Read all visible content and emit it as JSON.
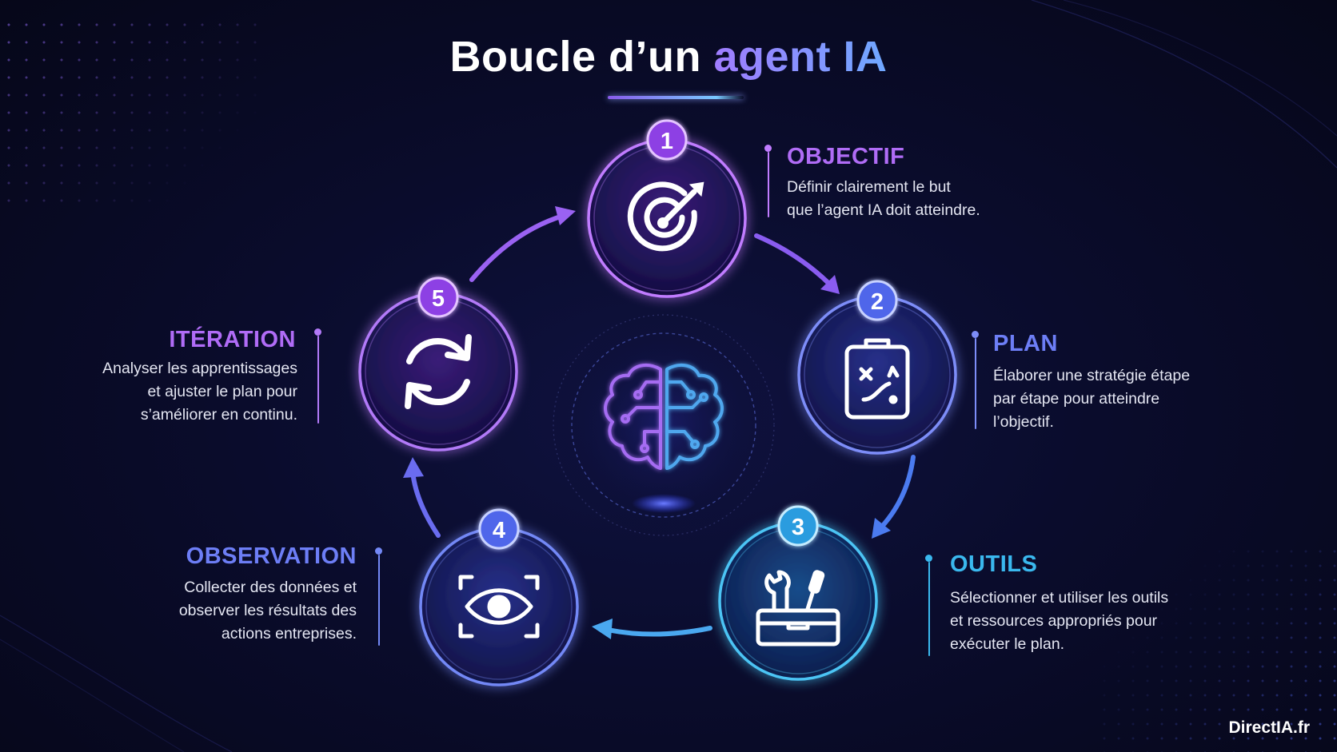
{
  "title": {
    "main": "Boucle d’un",
    "accent": "agent IA"
  },
  "center": {
    "icon": "brain-circuit-icon"
  },
  "steps": [
    {
      "number": "1",
      "title": "OBJECTIF",
      "desc_lines": [
        "Définir clairement le but",
        "que l’agent IA doit atteindre."
      ],
      "icon": "target-arrow-icon",
      "color": "#b06cf6"
    },
    {
      "number": "2",
      "title": "PLAN",
      "desc_lines": [
        "Élaborer une stratégie étape",
        "par étape pour atteindre",
        "l’objectif."
      ],
      "icon": "clipboard-strategy-icon",
      "color": "#6d7ef6"
    },
    {
      "number": "3",
      "title": "OUTILS",
      "desc_lines": [
        "Sélectionner et utiliser les outils",
        "et ressources appropriés pour",
        "exécuter le plan."
      ],
      "icon": "toolbox-icon",
      "color": "#3ab8ee"
    },
    {
      "number": "4",
      "title": "OBSERVATION",
      "desc_lines": [
        "Collecter des données et",
        "observer les résultats des",
        "actions entreprises."
      ],
      "icon": "eye-scan-icon",
      "color": "#6d7ef6"
    },
    {
      "number": "5",
      "title": "ITÉRATION",
      "desc_lines": [
        "Analyser les apprentissages",
        "et ajuster le plan pour",
        "s’améliorer en continu."
      ],
      "icon": "refresh-cycle-icon",
      "color": "#b06cf6"
    }
  ],
  "brand": "DirectIA.fr"
}
